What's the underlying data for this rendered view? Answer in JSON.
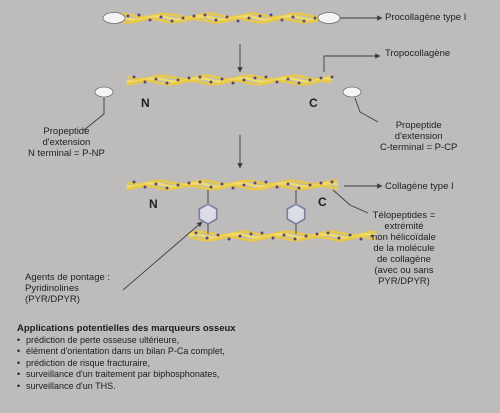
{
  "labels": {
    "procollagene": "Procollagène type I",
    "tropocollagene": "Tropocollagène",
    "n1": "N",
    "c1": "C",
    "propeptide_n": [
      "Propeptide",
      "d'extension",
      "N terminal = P-NP"
    ],
    "propeptide_c": [
      "Propeptide",
      "d'extension",
      "C-terminal = P-CP"
    ],
    "collagene": "Collagène type I",
    "n2": "N",
    "c2": "C",
    "telopeptides": [
      "Télopeptides =",
      "extrémité",
      "non hélicoïdale",
      "de la molécule",
      "de collagène",
      "(avec ou sans",
      "PYR/DPYR)"
    ],
    "pontage": [
      "Agents de pontage :",
      "Pyridinolines",
      "(PYR/DPYR)"
    ]
  },
  "applications": {
    "title": "Applications potentielles des marqueurs osseux",
    "items": [
      "prédiction de perte osseuse ultérieure,",
      "élément d'orientation dans un bilan P-Ca complet,",
      "prédiction de risque fracturaire,",
      "surveillance d'un traitement par biphosphonates,",
      "surveillance d'un THS."
    ]
  },
  "colors": {
    "fiber": "#e8c84a",
    "fiber_light": "#f2dc6a",
    "dots": "#5a4a7a",
    "ring": "#7a7fa0",
    "ring_fill": "#dcdce6",
    "arrow": "#3c3c3c",
    "background": "#bdbcbb"
  }
}
